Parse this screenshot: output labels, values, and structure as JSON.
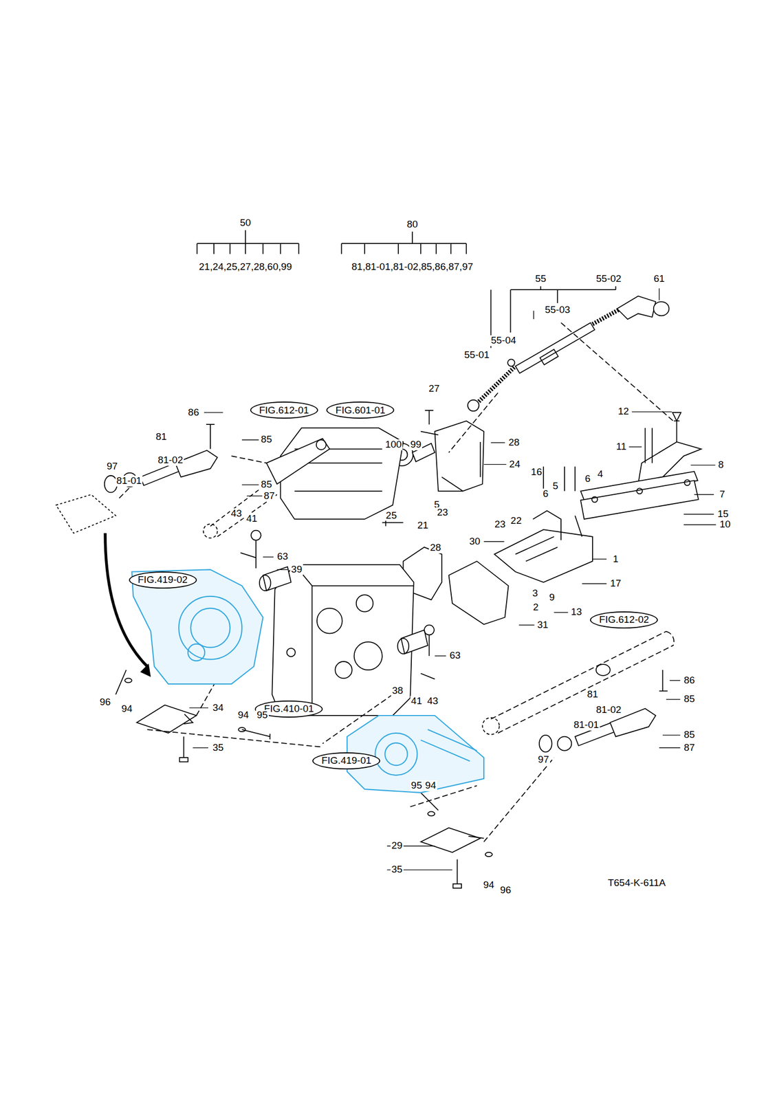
{
  "diagram": {
    "nodes": [
      {
        "text": [
          "FIG.612-01"
        ]
      },
      {
        "text": [
          "FIG.601-01"
        ]
      },
      {
        "text": [
          "FIG.419-02"
        ]
      },
      {
        "text": [
          "FIG.612-02"
        ]
      },
      {
        "text": [
          "FIG.410-01"
        ]
      },
      {
        "text": [
          "FIG.419-01"
        ]
      }
    ],
    "labels": [
      "50",
      "21,24,25,27,28,60,99",
      "80",
      "81,81-01,81-02,85,86,87,97",
      "55",
      "55-02",
      "61",
      "55-03",
      "55-04",
      "55-01",
      "27",
      "12",
      "86",
      "81",
      "85",
      "81-02",
      "100",
      "99",
      "28",
      "11",
      "8",
      "24",
      "97",
      "81-01",
      "16",
      "5",
      "4",
      "6",
      "85",
      "87",
      "7",
      "6",
      "5",
      "43",
      "41",
      "25",
      "23",
      "22",
      "15",
      "23",
      "21",
      "30",
      "10",
      "63",
      "28",
      "1",
      "39",
      "17",
      "9",
      "3",
      "2",
      "13",
      "31",
      "63",
      "86",
      "96",
      "94",
      "34",
      "38",
      "41",
      "43",
      "85",
      "81",
      "81-02",
      "94",
      "95",
      "97",
      "81-01",
      "35",
      "85",
      "87",
      "95",
      "94",
      "29",
      "35",
      "94",
      "96",
      "T654-K-611A"
    ]
  }
}
